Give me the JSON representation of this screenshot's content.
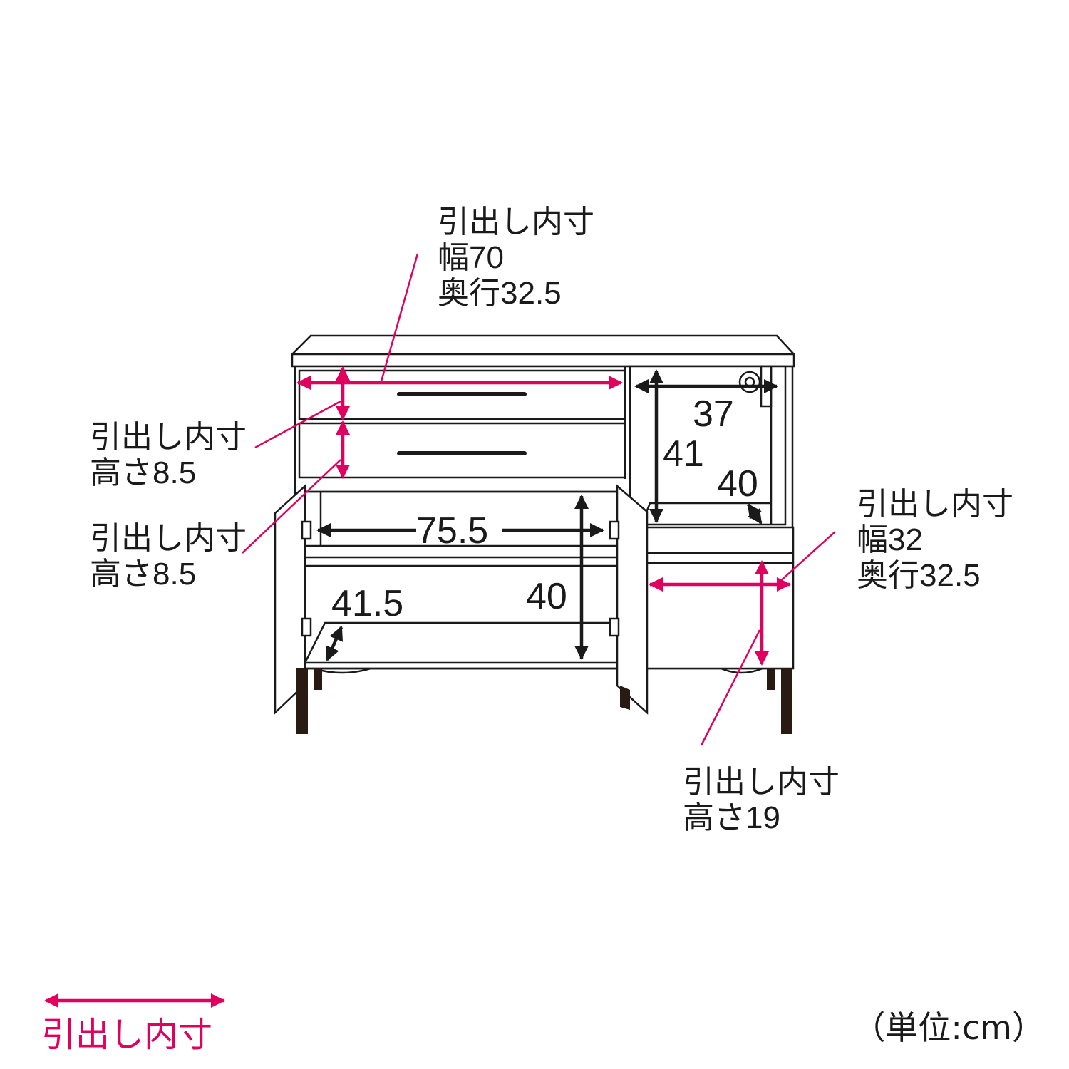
{
  "colors": {
    "accent": "#e0005e",
    "line": "#1a1a1a",
    "leg": "#2a1a14"
  },
  "callouts": {
    "top_drawer": {
      "line1": "引出し内寸",
      "line2": "幅70",
      "line3": "奥行32.5"
    },
    "drawer_height_1": {
      "line1": "引出し内寸",
      "line2": "高さ8.5"
    },
    "drawer_height_2": {
      "line1": "引出し内寸",
      "line2": "高さ8.5"
    },
    "right_drawer": {
      "line1": "引出し内寸",
      "line2": "幅32",
      "line3": "奥行32.5"
    },
    "right_drawer_height": {
      "line1": "引出し内寸",
      "line2": "高さ19"
    }
  },
  "dimensions": {
    "open_width": "37",
    "open_height": "41",
    "open_depth": "40",
    "cabinet_width": "75.5",
    "cabinet_height": "40",
    "cabinet_depth": "41.5"
  },
  "legend": {
    "label": "引出し内寸",
    "icon": "double-arrow-icon"
  },
  "unit": "（単位:cm）"
}
